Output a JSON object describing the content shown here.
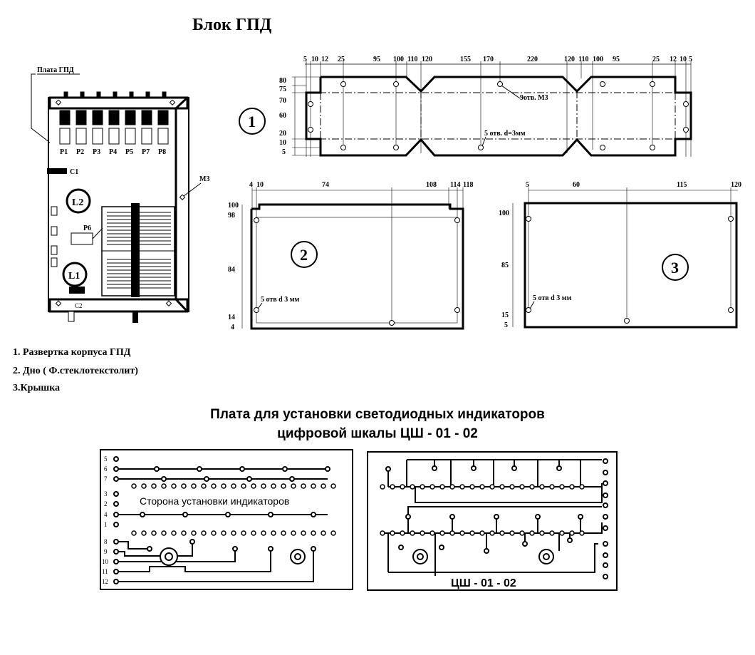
{
  "title": "Блок ГПД",
  "assembly": {
    "board_label": "Плата ГПД",
    "relays": [
      "P1",
      "P2",
      "P3",
      "P4",
      "P5",
      "P7",
      "P8"
    ],
    "c1": "C1",
    "c2": "C2",
    "l1": "L1",
    "l2": "L2",
    "p6": "P6",
    "m3": "M3"
  },
  "part1": {
    "num": "1",
    "top_dims": [
      "5",
      "10",
      "12",
      "25",
      "95",
      "100",
      "110",
      "120",
      "155",
      "170",
      "220",
      "120",
      "110",
      "100",
      "95",
      "25",
      "12",
      "10",
      "5"
    ],
    "left_dims": [
      "80",
      "75",
      "70",
      "60",
      "20",
      "10",
      "5"
    ],
    "note_holes": "9отв. M3",
    "note_holes2": "5 отв. d=3мм"
  },
  "part2": {
    "num": "2",
    "top_dims": [
      "4",
      "10",
      "74",
      "108",
      "114",
      "118"
    ],
    "left_dims": [
      "100",
      "98",
      "84",
      "14",
      "4"
    ],
    "note": "5 отв d 3 мм"
  },
  "part3": {
    "num": "3",
    "top_dims": [
      "5",
      "60",
      "115",
      "120"
    ],
    "left_dims": [
      "100",
      "85",
      "15",
      "5"
    ],
    "note": "5 отв d 3 мм"
  },
  "legend": {
    "item1": "1. Развертка корпуса ГПД",
    "item2": "2. Дно  (  Ф.стеклотекстолит)",
    "item3": "3.Крышка"
  },
  "pcb": {
    "title1": "Плата для установки светодиодных индикаторов",
    "title2": "цифровой шкалы ЦШ - 01 - 02",
    "side_label": "Сторона установки индикаторов",
    "pin_labels": [
      "5",
      "6",
      "7",
      "3",
      "2",
      "4",
      "1",
      "8",
      "9",
      "10",
      "11",
      "12"
    ],
    "right_label": "ЦШ - 01 - 02"
  }
}
